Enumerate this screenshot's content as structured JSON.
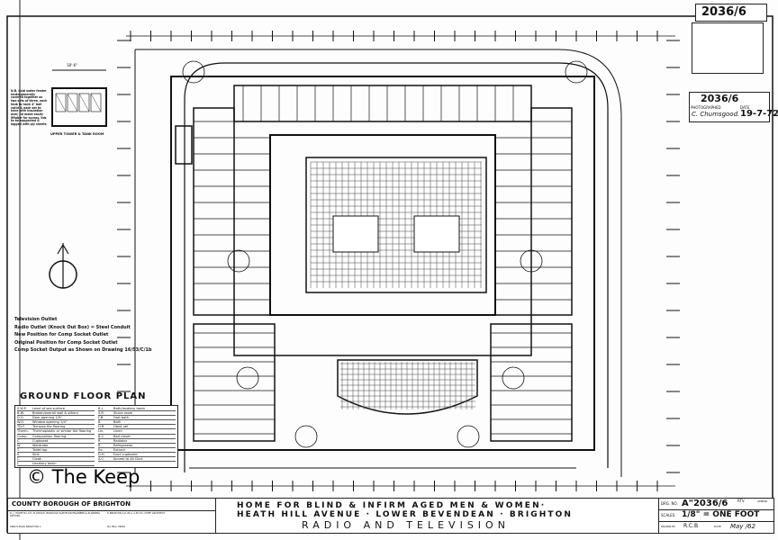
{
  "stamps": {
    "top_ref": "2036/6",
    "photo_ref": "2036/6",
    "photo_label": "PHOTOGRAPHED",
    "photo_by": "C. Chumsgood.",
    "date_label": "DATE",
    "photo_date": "19-7-72"
  },
  "detail": {
    "dimension": "18'-6\"",
    "note": "N.B. Cold water feeder tanks generally covered together as two sets of three, each tank to have 4\" ball valve & each set to have with insulation over, lid made easily liftable for access, lids to be supported & lagged with ply sheets",
    "caption": "UPPER TOWER & TANK ROOM"
  },
  "notes": [
    "Television Outlet",
    "Radio Outlet    (Knock Out Box) = Steel Conduit",
    "New Position for Comp Socket Outlet",
    "Original Position for Comp Socket Outlet",
    "Comp Socket Output as Shown on Drawing 16/53/C/1b"
  ],
  "plan_title": "GROUND FLOOR PLAN",
  "legend": [
    [
      "S.W.P.",
      "Level of sea surface"
    ],
    [
      "B.W.",
      "Broken/overall wall & others"
    ],
    [
      "D.O.",
      "Door opening 1/5\""
    ],
    [
      "W.O.",
      "Window opening 1/4\""
    ],
    [
      "TD.F.",
      "Terrazzo tile flooring"
    ],
    [
      "Therm.",
      "Thermoplastic or similar tile flooring"
    ],
    [
      "Comp.",
      "Composition flooring"
    ],
    [
      "C",
      "Cupboard"
    ],
    [
      "W",
      "Wardrobe"
    ],
    [
      "T",
      "Toilet top"
    ],
    [
      "S",
      "Sink"
    ],
    [
      "C",
      "Cloak"
    ],
    [
      "L",
      "Lavatory basin"
    ],
    [
      "B.L.",
      "Bath/lavatory basin"
    ],
    [
      "S.R.",
      "Sluice room"
    ],
    [
      "F.B.",
      "Foot bath"
    ],
    [
      "B",
      "Bath"
    ],
    [
      "H.R.",
      "Hand rail"
    ],
    [
      "Lin.",
      "Linen"
    ],
    [
      "B.C.",
      "Bed closet"
    ],
    [
      "R",
      "Radiator"
    ],
    [
      "R.",
      "Refrigerator"
    ],
    [
      "Ex.",
      "Extract"
    ],
    [
      "D.H.",
      "Duct cupboard"
    ],
    [
      "A.C.",
      "Access to Air Duct"
    ]
  ],
  "watermark": "© The Keep",
  "title_block": {
    "council": "COUNTY BOROUGH OF BRIGHTON",
    "surveyor": "D. J. HOWE  M.I.C.E.  M.I.MUN.E.  BOROUGH SURVEYOR  ENGINEER & PLANNING OFFICER",
    "architect": "P. BRUNTON  A.R.I.B.A.  A.M.T.P.I.  CHIEF ARCHITECT",
    "address": "KING'S ROAD  BRIGHTON 1",
    "tel": "Tel. Bton 29801",
    "line1": "HOME FOR BLIND & INFIRM AGED MEN & WOMEN·",
    "line2": "HEATH HILL AVENUE · LOWER BEVENDEAN · BRIGHTON",
    "line3": "RADIO AND TELEVISION",
    "drg_no_label": "DRG. NO.",
    "drg_no": "A\"2036/6",
    "rev_label": "RTV.",
    "amend_label": "AMEND",
    "scale_label": "SCALES",
    "scale": "1/8\" = ONE FOOT",
    "drawn_label": "DRAWN BY",
    "drawn_by": "R.C.B",
    "date_label": "DATE",
    "date": "May /62"
  }
}
